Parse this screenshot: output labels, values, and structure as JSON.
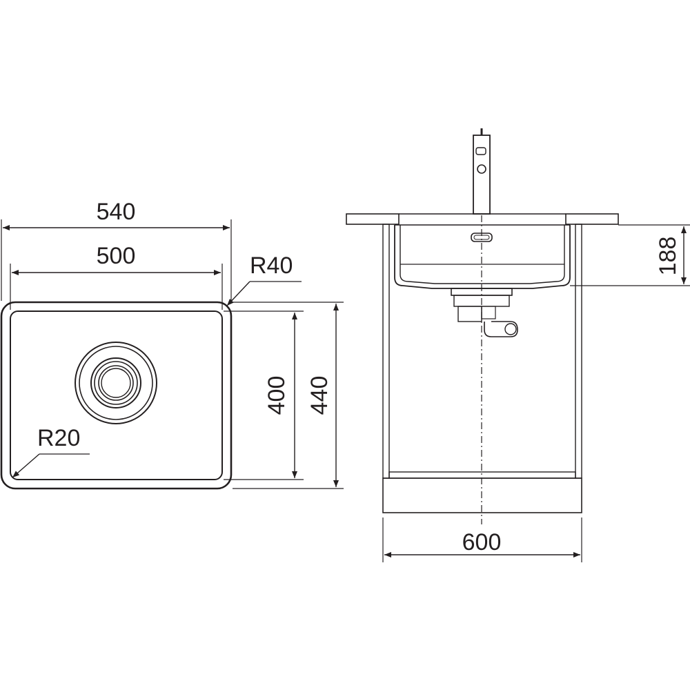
{
  "top_view": {
    "outer_width": "540",
    "inner_width": "500",
    "outer_radius": "R40",
    "inner_radius": "R20",
    "inner_depth": "400",
    "outer_depth": "440"
  },
  "side_view": {
    "bowl_depth": "188",
    "cabinet_width": "600"
  },
  "colors": {
    "line": "#231f20",
    "background": "#ffffff"
  }
}
